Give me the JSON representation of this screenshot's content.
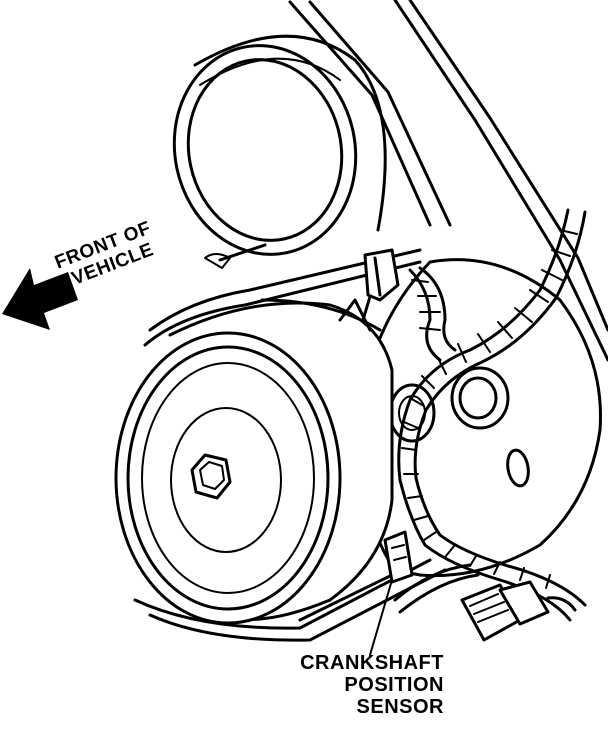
{
  "labels": {
    "front_of_vehicle": [
      "FRONT OF",
      "VEHICLE"
    ],
    "crankshaft_position_sensor": [
      "CRANKSHAFT",
      "POSITION",
      "SENSOR"
    ]
  },
  "colors": {
    "ink": "#000000",
    "paper": "#ffffff"
  },
  "icons": {
    "direction": "left-arrow-icon"
  }
}
